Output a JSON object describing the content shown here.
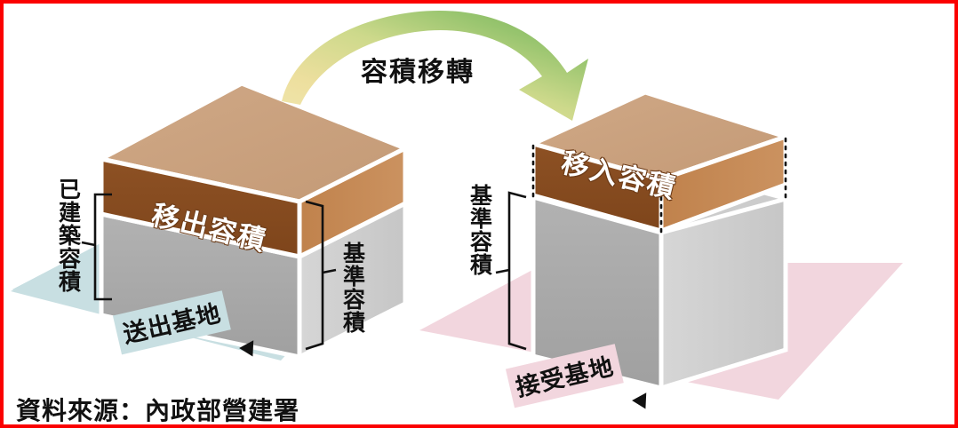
{
  "diagram": {
    "title": "容積移轉",
    "source_note": "資料來源：內政部營建署",
    "colors": {
      "border": "#fb0000",
      "box_top_face": "#cba382",
      "box_front_brown": "#8b4f22",
      "box_side_brown": "#c68a55",
      "gray_front": "#a8a8a8",
      "gray_side": "#cfcfcf",
      "gray_top": "#c9c9c9",
      "sending_plate": "#c8dfe2",
      "receiving_plate": "#f2d6de",
      "arrow_start": "#ecdfa0",
      "arrow_end": "#76b257",
      "text_dark": "#111111",
      "text_light": "#ffffff"
    }
  },
  "left_site": {
    "plate_label": "送出基地",
    "brown_block_label": "移出容積",
    "bracket_left_label": "已建築容積",
    "bracket_right_label": "基準容積"
  },
  "right_site": {
    "plate_label": "接受基地",
    "brown_block_label": "移入容積",
    "bracket_left_label": "基準容積"
  },
  "arrow": {
    "label": "容積移轉",
    "direction": "left-to-right",
    "head": "right"
  }
}
